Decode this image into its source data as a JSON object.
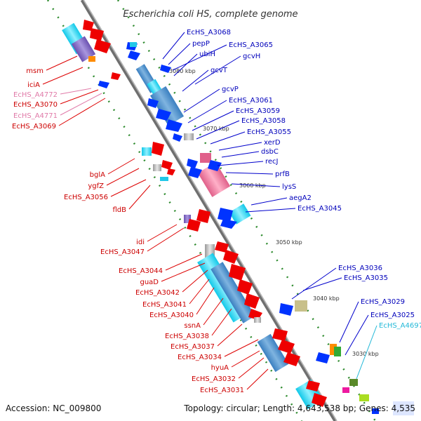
{
  "title": "Escherichia coli HS, complete genome",
  "footer": {
    "accession": "Accession: NC_009800",
    "topology": "Topology: circular; Length: 4,643,538 bp; Genes: 4,535"
  },
  "kbp_ticks": [
    "3080 kbp",
    "3070 kbp",
    "3060 kbp",
    "3050 kbp",
    "3040 kbp",
    "3030 kbp"
  ],
  "left_labels": [
    {
      "text": "msm",
      "color": "red"
    },
    {
      "text": "iciA",
      "color": "red"
    },
    {
      "text": "EcHS_A4772",
      "color": "pink"
    },
    {
      "text": "EcHS_A3070",
      "color": "red"
    },
    {
      "text": "EcHS_A4771",
      "color": "pink"
    },
    {
      "text": "EcHS_A3069",
      "color": "red"
    },
    {
      "text": "bglA",
      "color": "red"
    },
    {
      "text": "ygfZ",
      "color": "red"
    },
    {
      "text": "EcHS_A3056",
      "color": "red"
    },
    {
      "text": "fldB",
      "color": "red"
    },
    {
      "text": "idi",
      "color": "red"
    },
    {
      "text": "EcHS_A3047",
      "color": "red"
    },
    {
      "text": "EcHS_A3044",
      "color": "red"
    },
    {
      "text": "guaD",
      "color": "red"
    },
    {
      "text": "EcHS_A3042",
      "color": "red"
    },
    {
      "text": "EcHS_A3041",
      "color": "red"
    },
    {
      "text": "EcHS_A3040",
      "color": "red"
    },
    {
      "text": "ssnA",
      "color": "red"
    },
    {
      "text": "EcHS_A3038",
      "color": "red"
    },
    {
      "text": "EcHS_A3037",
      "color": "red"
    },
    {
      "text": "EcHS_A3034",
      "color": "red"
    },
    {
      "text": "hyuA",
      "color": "red"
    },
    {
      "text": "EcHS_A3032",
      "color": "red"
    },
    {
      "text": "EcHS_A3031",
      "color": "red"
    }
  ],
  "right_labels": [
    {
      "text": "EcHS_A3068",
      "color": "blue"
    },
    {
      "text": "pepP",
      "color": "blue"
    },
    {
      "text": "EcHS_A3065",
      "color": "blue"
    },
    {
      "text": "ubiH",
      "color": "blue"
    },
    {
      "text": "gcvH",
      "color": "blue"
    },
    {
      "text": "gcvT",
      "color": "blue"
    },
    {
      "text": "gcvP",
      "color": "blue"
    },
    {
      "text": "EcHS_A3061",
      "color": "blue"
    },
    {
      "text": "EcHS_A3059",
      "color": "blue"
    },
    {
      "text": "EcHS_A3058",
      "color": "blue"
    },
    {
      "text": "EcHS_A3055",
      "color": "blue"
    },
    {
      "text": "xerD",
      "color": "blue"
    },
    {
      "text": "dsbC",
      "color": "blue"
    },
    {
      "text": "recJ",
      "color": "blue"
    },
    {
      "text": "prfB",
      "color": "blue"
    },
    {
      "text": "lysS",
      "color": "blue"
    },
    {
      "text": "aegA2",
      "color": "blue"
    },
    {
      "text": "EcHS_A3045",
      "color": "blue"
    },
    {
      "text": "EcHS_A3036",
      "color": "blue"
    },
    {
      "text": "EcHS_A3035",
      "color": "blue"
    },
    {
      "text": "EcHS_A3029",
      "color": "blue"
    },
    {
      "text": "EcHS_A3025",
      "color": "blue"
    },
    {
      "text": "EcHS_A4697",
      "color": "cyan"
    }
  ],
  "colors": {
    "red": "#dd0000",
    "pink": "#e07aa8",
    "blue": "#0000cc",
    "cyan": "#22b8d8",
    "backbone": "#888888",
    "dots": "#2e8b2e"
  }
}
